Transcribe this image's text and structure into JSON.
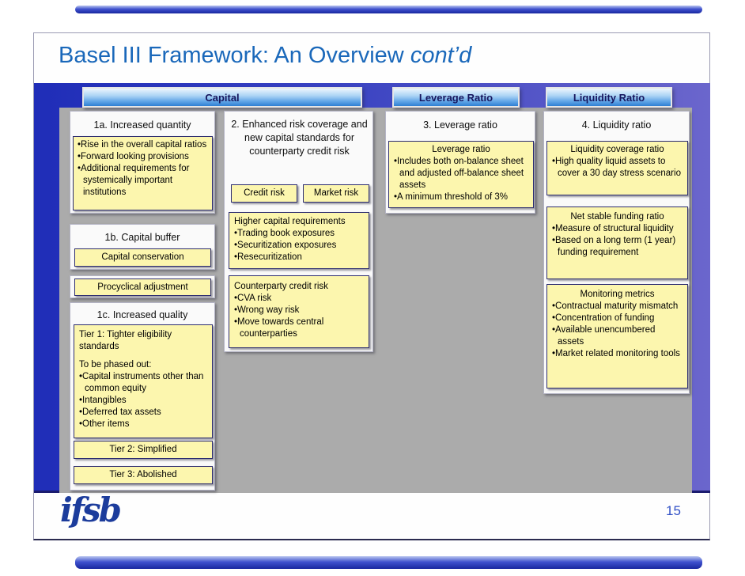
{
  "slide": {
    "title_main": "Basel III Framework: An Overview ",
    "title_emphasis": "cont’d",
    "page_number": "15",
    "logo_text": "ifsb"
  },
  "colors": {
    "title_blue": "#1a68ba",
    "band_left": "#1f2db8",
    "band_right": "#6b66cc",
    "panel_gray": "#ababab",
    "note_yellow": "#fcf6ae",
    "note_border": "#2d2d70",
    "tab_text": "#16165e",
    "logo_blue": "#1c3c9c"
  },
  "tabs": [
    {
      "label": "Capital"
    },
    {
      "label": "Leverage Ratio"
    },
    {
      "label": "Liquidity Ratio"
    }
  ],
  "columns": {
    "capital_quantity": {
      "header": "1a. Increased quantity",
      "bullets": [
        "Rise in the overall capital ratios",
        "Forward looking provisions",
        "Additional requirements for systemically important institutions"
      ]
    },
    "capital_buffer": {
      "header": "1b. Capital buffer",
      "box_conservation": "Capital conservation",
      "box_procyclical": "Procyclical adjustment"
    },
    "capital_quality": {
      "header": "1c. Increased quality",
      "tier1_line1": "Tier 1: Tighter eligibility standards",
      "tier1_line2": "To be phased out:",
      "tier1_bullets": [
        "Capital instruments other than common equity",
        "Intangibles",
        "Deferred tax assets",
        "Other items"
      ],
      "tier2": "Tier 2: Simplified",
      "tier3": "Tier 3: Abolished"
    },
    "risk_coverage": {
      "header": "2.  Enhanced risk coverage and new capital standards for counterparty credit risk",
      "credit_risk": "Credit risk",
      "market_risk": "Market risk",
      "higher_cap": {
        "title": "Higher capital requirements",
        "bullets": [
          "Trading book exposures",
          "Securitization exposures",
          "Resecuritization"
        ]
      },
      "ccr": {
        "title": "Counterparty credit risk",
        "bullets": [
          "CVA risk",
          "Wrong way risk",
          "Move towards central counterparties"
        ]
      }
    },
    "leverage": {
      "header": "3. Leverage ratio",
      "box": {
        "title": "Leverage ratio",
        "bullets": [
          "Includes both on-balance sheet and adjusted off-balance sheet assets",
          "A minimum threshold of 3%"
        ]
      }
    },
    "liquidity": {
      "header": "4. Liquidity  ratio",
      "lcr": {
        "title": "Liquidity coverage ratio",
        "bullets": [
          "High quality liquid assets to cover a 30 day stress scenario"
        ]
      },
      "nsfr": {
        "title": "Net stable funding ratio",
        "bullets": [
          "Measure of structural liquidity",
          "Based on a long term (1 year) funding requirement"
        ]
      },
      "monitoring": {
        "title": "Monitoring metrics",
        "bullets": [
          "Contractual maturity mismatch",
          "Concentration of funding",
          "Available unencumbered assets",
          "Market related monitoring tools"
        ]
      }
    }
  }
}
